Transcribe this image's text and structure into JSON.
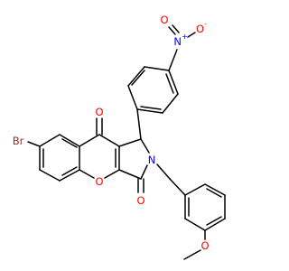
{
  "molecule": {
    "atoms": [
      {
        "id": "br",
        "label": "Br",
        "charge": "",
        "color": "#a52a2a"
      },
      {
        "id": "o9",
        "label": "O",
        "charge": "",
        "color": "#ff0000"
      },
      {
        "id": "o4",
        "label": "O",
        "charge": "",
        "color": "#ff0000"
      },
      {
        "id": "o3",
        "label": "O",
        "charge": "",
        "color": "#ff0000"
      },
      {
        "id": "n2",
        "label": "N",
        "charge": "",
        "color": "#0000ff"
      },
      {
        "id": "nno2",
        "label": "N",
        "charge": "+",
        "color": "#0000ff"
      },
      {
        "id": "oa",
        "label": "O",
        "charge": "",
        "color": "#ff0000"
      },
      {
        "id": "ob",
        "label": "O",
        "charge": "-",
        "color": "#ff0000"
      },
      {
        "id": "ome",
        "label": "O",
        "charge": "",
        "color": "#ff0000"
      }
    ]
  }
}
